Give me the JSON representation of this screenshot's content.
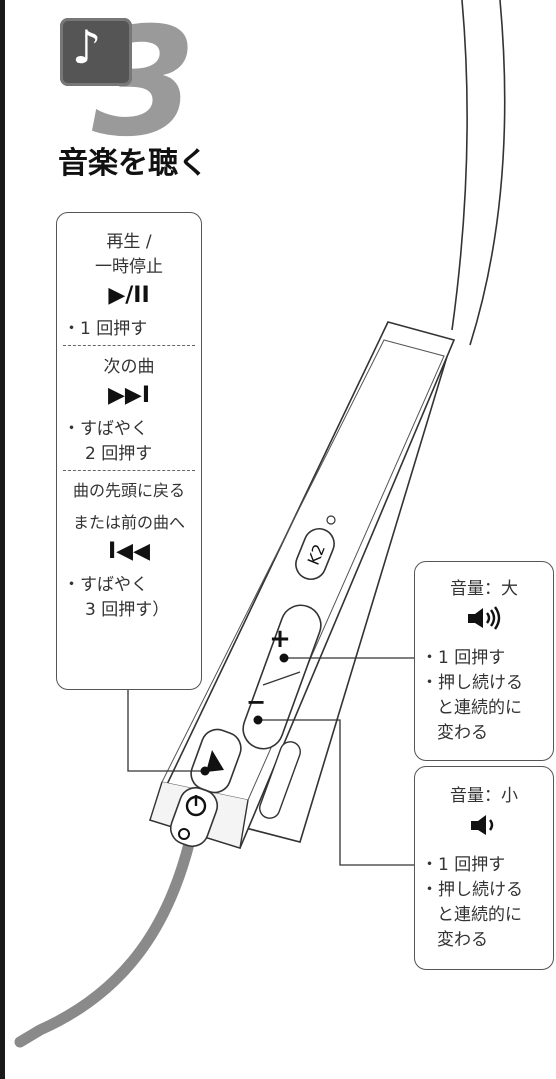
{
  "header": {
    "icon": "music-note-icon",
    "step_number": "3",
    "title": "音楽を聴く"
  },
  "play_callout": {
    "title_lines": [
      "再生 /",
      "一時停止"
    ],
    "symbol": "▶/II",
    "press": "・1 回押す"
  },
  "next_callout": {
    "title": "次の曲",
    "symbol": "▶▶I",
    "press_lines": [
      "・すばやく",
      "2 回押す"
    ]
  },
  "prev_callout": {
    "title_lines": [
      "曲の先頭に戻る",
      "または前の曲へ"
    ],
    "symbol": "I◀◀",
    "press_lines": [
      "・すばやく",
      "3 回押す）"
    ]
  },
  "volume_up": {
    "title": "音量：大",
    "icon": "speaker-loud-icon",
    "lines": [
      "・1 回押す",
      "・押し続ける",
      "と連続的に",
      "変わる"
    ]
  },
  "volume_down": {
    "title": "音量：小",
    "icon": "speaker-quiet-icon",
    "lines": [
      "・1 回押す",
      "・押し続ける",
      "と連続的に",
      "変わる"
    ]
  },
  "device": {
    "k2_label": "K2",
    "plus_label": "+",
    "minus_label": "−"
  },
  "colors": {
    "cable": "#8a8a8a",
    "outline": "#333333",
    "tile": "#555555"
  }
}
